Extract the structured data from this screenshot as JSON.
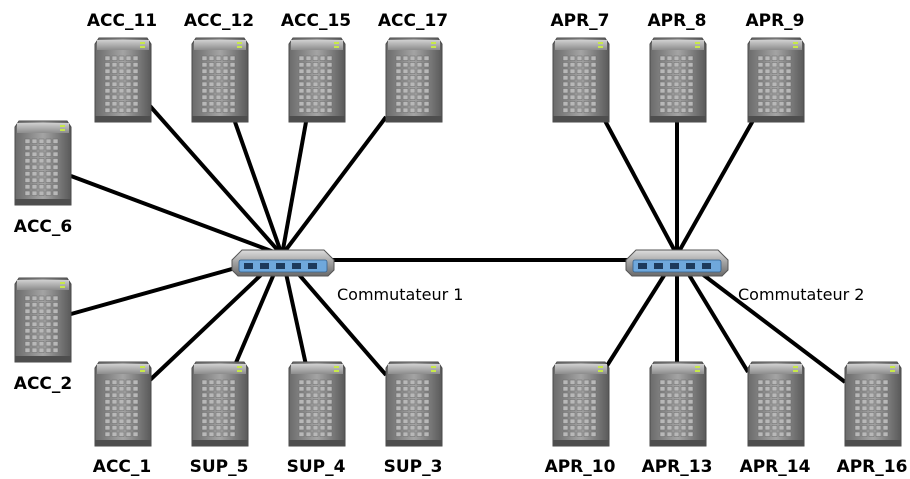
{
  "switches": [
    {
      "id": "sw1",
      "label": "Commutateur 1"
    },
    {
      "id": "sw2",
      "label": "Commutateur 2"
    }
  ],
  "servers": [
    {
      "id": "ACC_11",
      "label": "ACC_11",
      "switch": "sw1"
    },
    {
      "id": "ACC_12",
      "label": "ACC_12",
      "switch": "sw1"
    },
    {
      "id": "ACC_15",
      "label": "ACC_15",
      "switch": "sw1"
    },
    {
      "id": "ACC_17",
      "label": "ACC_17",
      "switch": "sw1"
    },
    {
      "id": "ACC_6",
      "label": "ACC_6",
      "switch": "sw1"
    },
    {
      "id": "ACC_2",
      "label": "ACC_2",
      "switch": "sw1"
    },
    {
      "id": "ACC_1",
      "label": "ACC_1",
      "switch": "sw1"
    },
    {
      "id": "SUP_5",
      "label": "SUP_5",
      "switch": "sw1"
    },
    {
      "id": "SUP_4",
      "label": "SUP_4",
      "switch": "sw1"
    },
    {
      "id": "SUP_3",
      "label": "SUP_3",
      "switch": "sw1"
    },
    {
      "id": "APR_7",
      "label": "APR_7",
      "switch": "sw2"
    },
    {
      "id": "APR_8",
      "label": "APR_8",
      "switch": "sw2"
    },
    {
      "id": "APR_9",
      "label": "APR_9",
      "switch": "sw2"
    },
    {
      "id": "APR_10",
      "label": "APR_10",
      "switch": "sw2"
    },
    {
      "id": "APR_13",
      "label": "APR_13",
      "switch": "sw2"
    },
    {
      "id": "APR_14",
      "label": "APR_14",
      "switch": "sw2"
    },
    {
      "id": "APR_16",
      "label": "APR_16",
      "switch": "sw2"
    }
  ],
  "switch_links": [
    [
      "sw1",
      "sw2"
    ]
  ],
  "colors": {
    "link": "#000000",
    "server_body": "#8a8a8a",
    "server_dark": "#5e5e5e",
    "switch_body": "#9a9a9a",
    "port": "#6fa8dc"
  }
}
